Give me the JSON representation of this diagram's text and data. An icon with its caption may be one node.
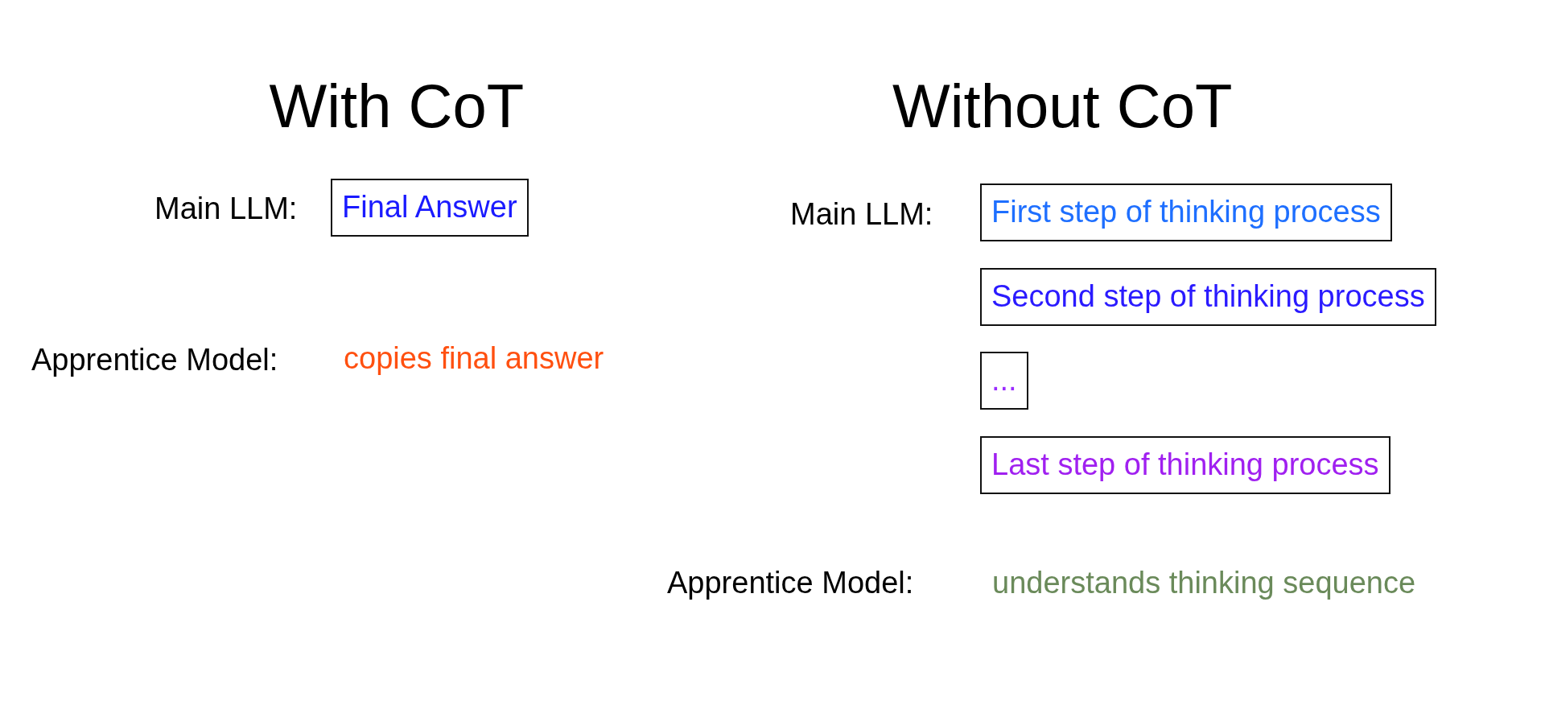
{
  "diagram": {
    "nodes": [
      {
        "text": [
          "Final Answer"
        ]
      },
      {
        "text": [
          "First step of thinking process"
        ]
      },
      {
        "text": [
          "Second step of thinking process"
        ]
      },
      {
        "text": [
          "..."
        ]
      },
      {
        "text": [
          "Last step of thinking process"
        ]
      }
    ],
    "edges": [],
    "labels": [
      "With CoT",
      "Without CoT",
      "Main LLM:",
      "Main LLM:",
      "Apprentice Model:",
      "copies final answer",
      "Apprentice Model:",
      "understands thinking sequence"
    ]
  }
}
